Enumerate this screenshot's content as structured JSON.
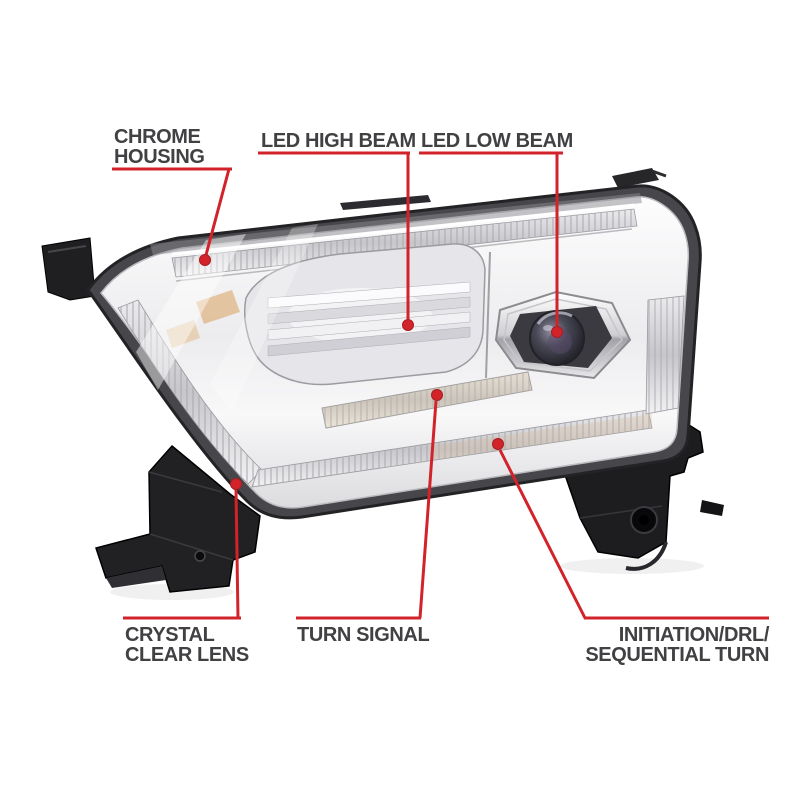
{
  "colors": {
    "background": "#ffffff",
    "accent_red": "#d2232a",
    "label_text": "#414144"
  },
  "callouts": [
    {
      "id": "chrome-housing",
      "lines": [
        "CHROME",
        "HOUSING"
      ]
    },
    {
      "id": "led-high-beam",
      "lines": [
        "LED HIGH BEAM"
      ]
    },
    {
      "id": "led-low-beam",
      "lines": [
        "LED LOW BEAM"
      ]
    },
    {
      "id": "crystal-clear-lens",
      "lines": [
        "CRYSTAL",
        "CLEAR LENS"
      ]
    },
    {
      "id": "turn-signal",
      "lines": [
        "TURN SIGNAL"
      ]
    },
    {
      "id": "initiation-drl-sequential-turn",
      "lines": [
        "INITIATION/DRL/",
        "SEQUENTIAL TURN"
      ]
    }
  ]
}
